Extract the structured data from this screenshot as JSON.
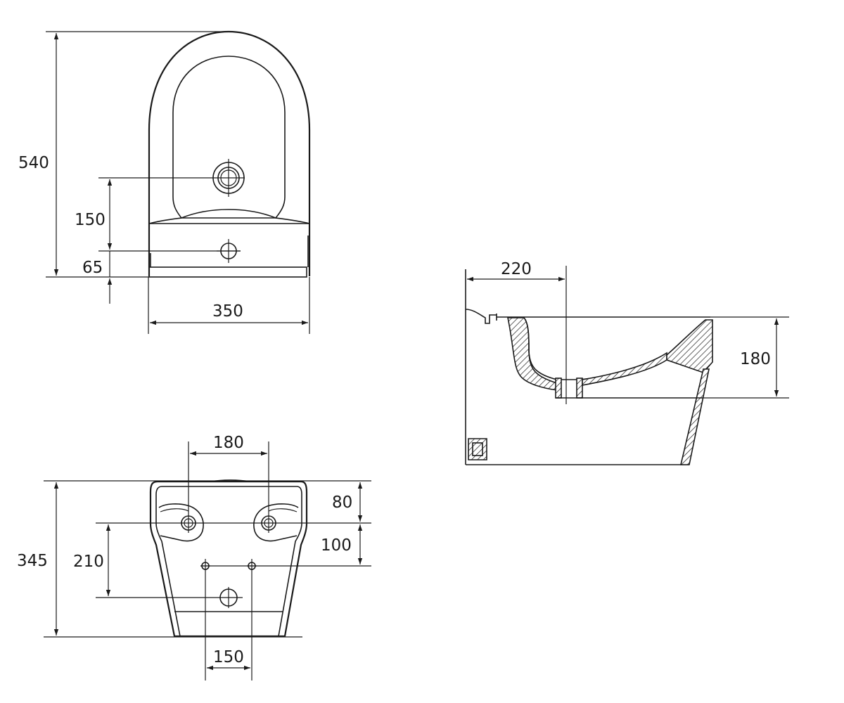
{
  "drawing": {
    "top_view": {
      "dim_overall_depth": "540",
      "dim_tap_hole_offset": "150",
      "dim_bottom_hole_offset": "65",
      "dim_overall_width": "350"
    },
    "side_view": {
      "dim_tap_to_drain": "220",
      "dim_bowl_height": "180"
    },
    "rear_view": {
      "dim_fixing_holes_spacing": "180",
      "dim_fixing_holes_from_top": "80",
      "dim_lower_holes_from_fixing": "100",
      "dim_overall_height": "345",
      "dim_outlet_from_fixing": "210",
      "dim_lower_holes_spacing": "150"
    }
  }
}
